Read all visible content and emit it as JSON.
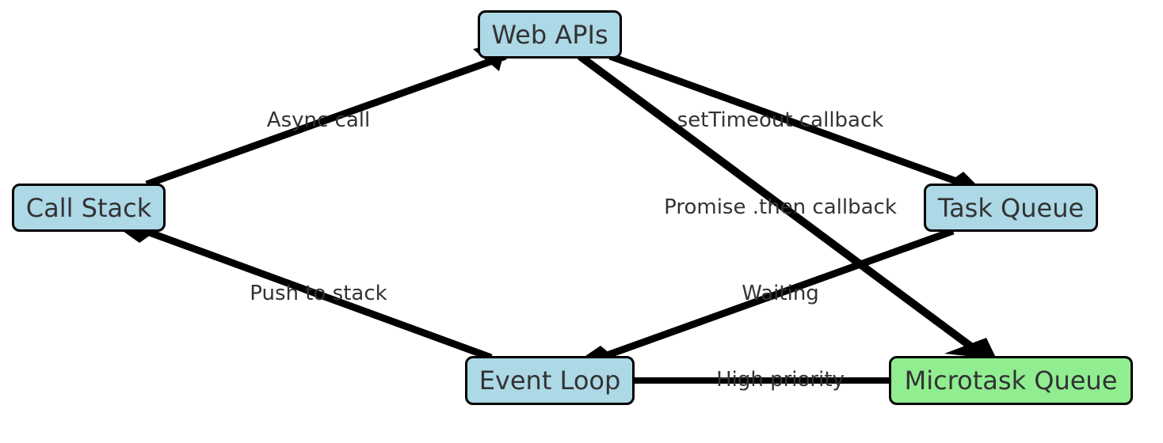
{
  "colors": {
    "node_default": "#add8e6",
    "node_highlight": "#90ee90",
    "edge": "#000000",
    "text": "#333333"
  },
  "nodes": {
    "web_apis": "Web APIs",
    "call_stack": "Call Stack",
    "task_queue": "Task Queue",
    "event_loop": "Event Loop",
    "microtask_queue": "Microtask Queue"
  },
  "edges": {
    "async_call": "Async call",
    "set_timeout": "setTimeout callback",
    "promise_then": "Promise .then callback",
    "push_to_stack": "Push to stack",
    "waiting": "Waiting",
    "high_priority": "High priority"
  }
}
